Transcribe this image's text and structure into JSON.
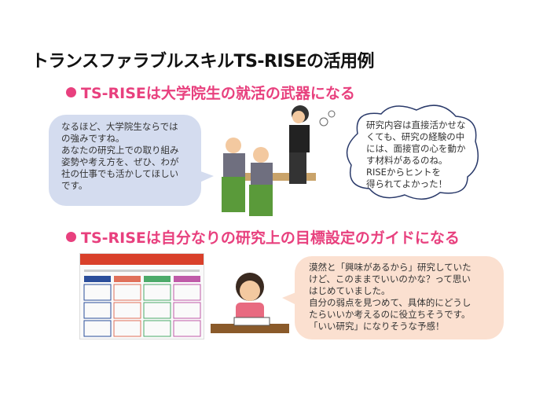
{
  "title": "トランスファラブルスキルTS-RISEの活用例",
  "section1": {
    "heading": "TS-RISEは大学院生の就活の武器になる",
    "interviewer_bubble": [
      "なるほど、大学院生ならでは",
      "の強みですね。",
      "あなたの研究上での取り組み",
      "姿勢や考え方を、ぜひ、わが",
      "社の仕事でも活かしてほしい",
      "です。"
    ],
    "student_thought": [
      "研究内容は直接活かせな",
      "くても、研究の経験の中",
      "には、面接官の心を動か",
      "す材料があるのね。",
      "RISEからヒントを",
      "得られてよかった！"
    ]
  },
  "section2": {
    "heading": "TS-RISEは自分なりの研究上の目標設定のガイドになる",
    "student_bubble": [
      "漠然と「興味があるから」研究していた",
      "けど、このままでいいのかな？って思い",
      "はじめていました。",
      "自分の弱点を見つめて、具体的にどうし",
      "たらいいか考えるのに役立ちそうです。",
      "「いい研究」になりそうな予感！"
    ]
  },
  "colors": {
    "accent": "#e8407e",
    "blue_bubble": "#d4dcef",
    "peach_bubble": "#fbe0d0"
  }
}
